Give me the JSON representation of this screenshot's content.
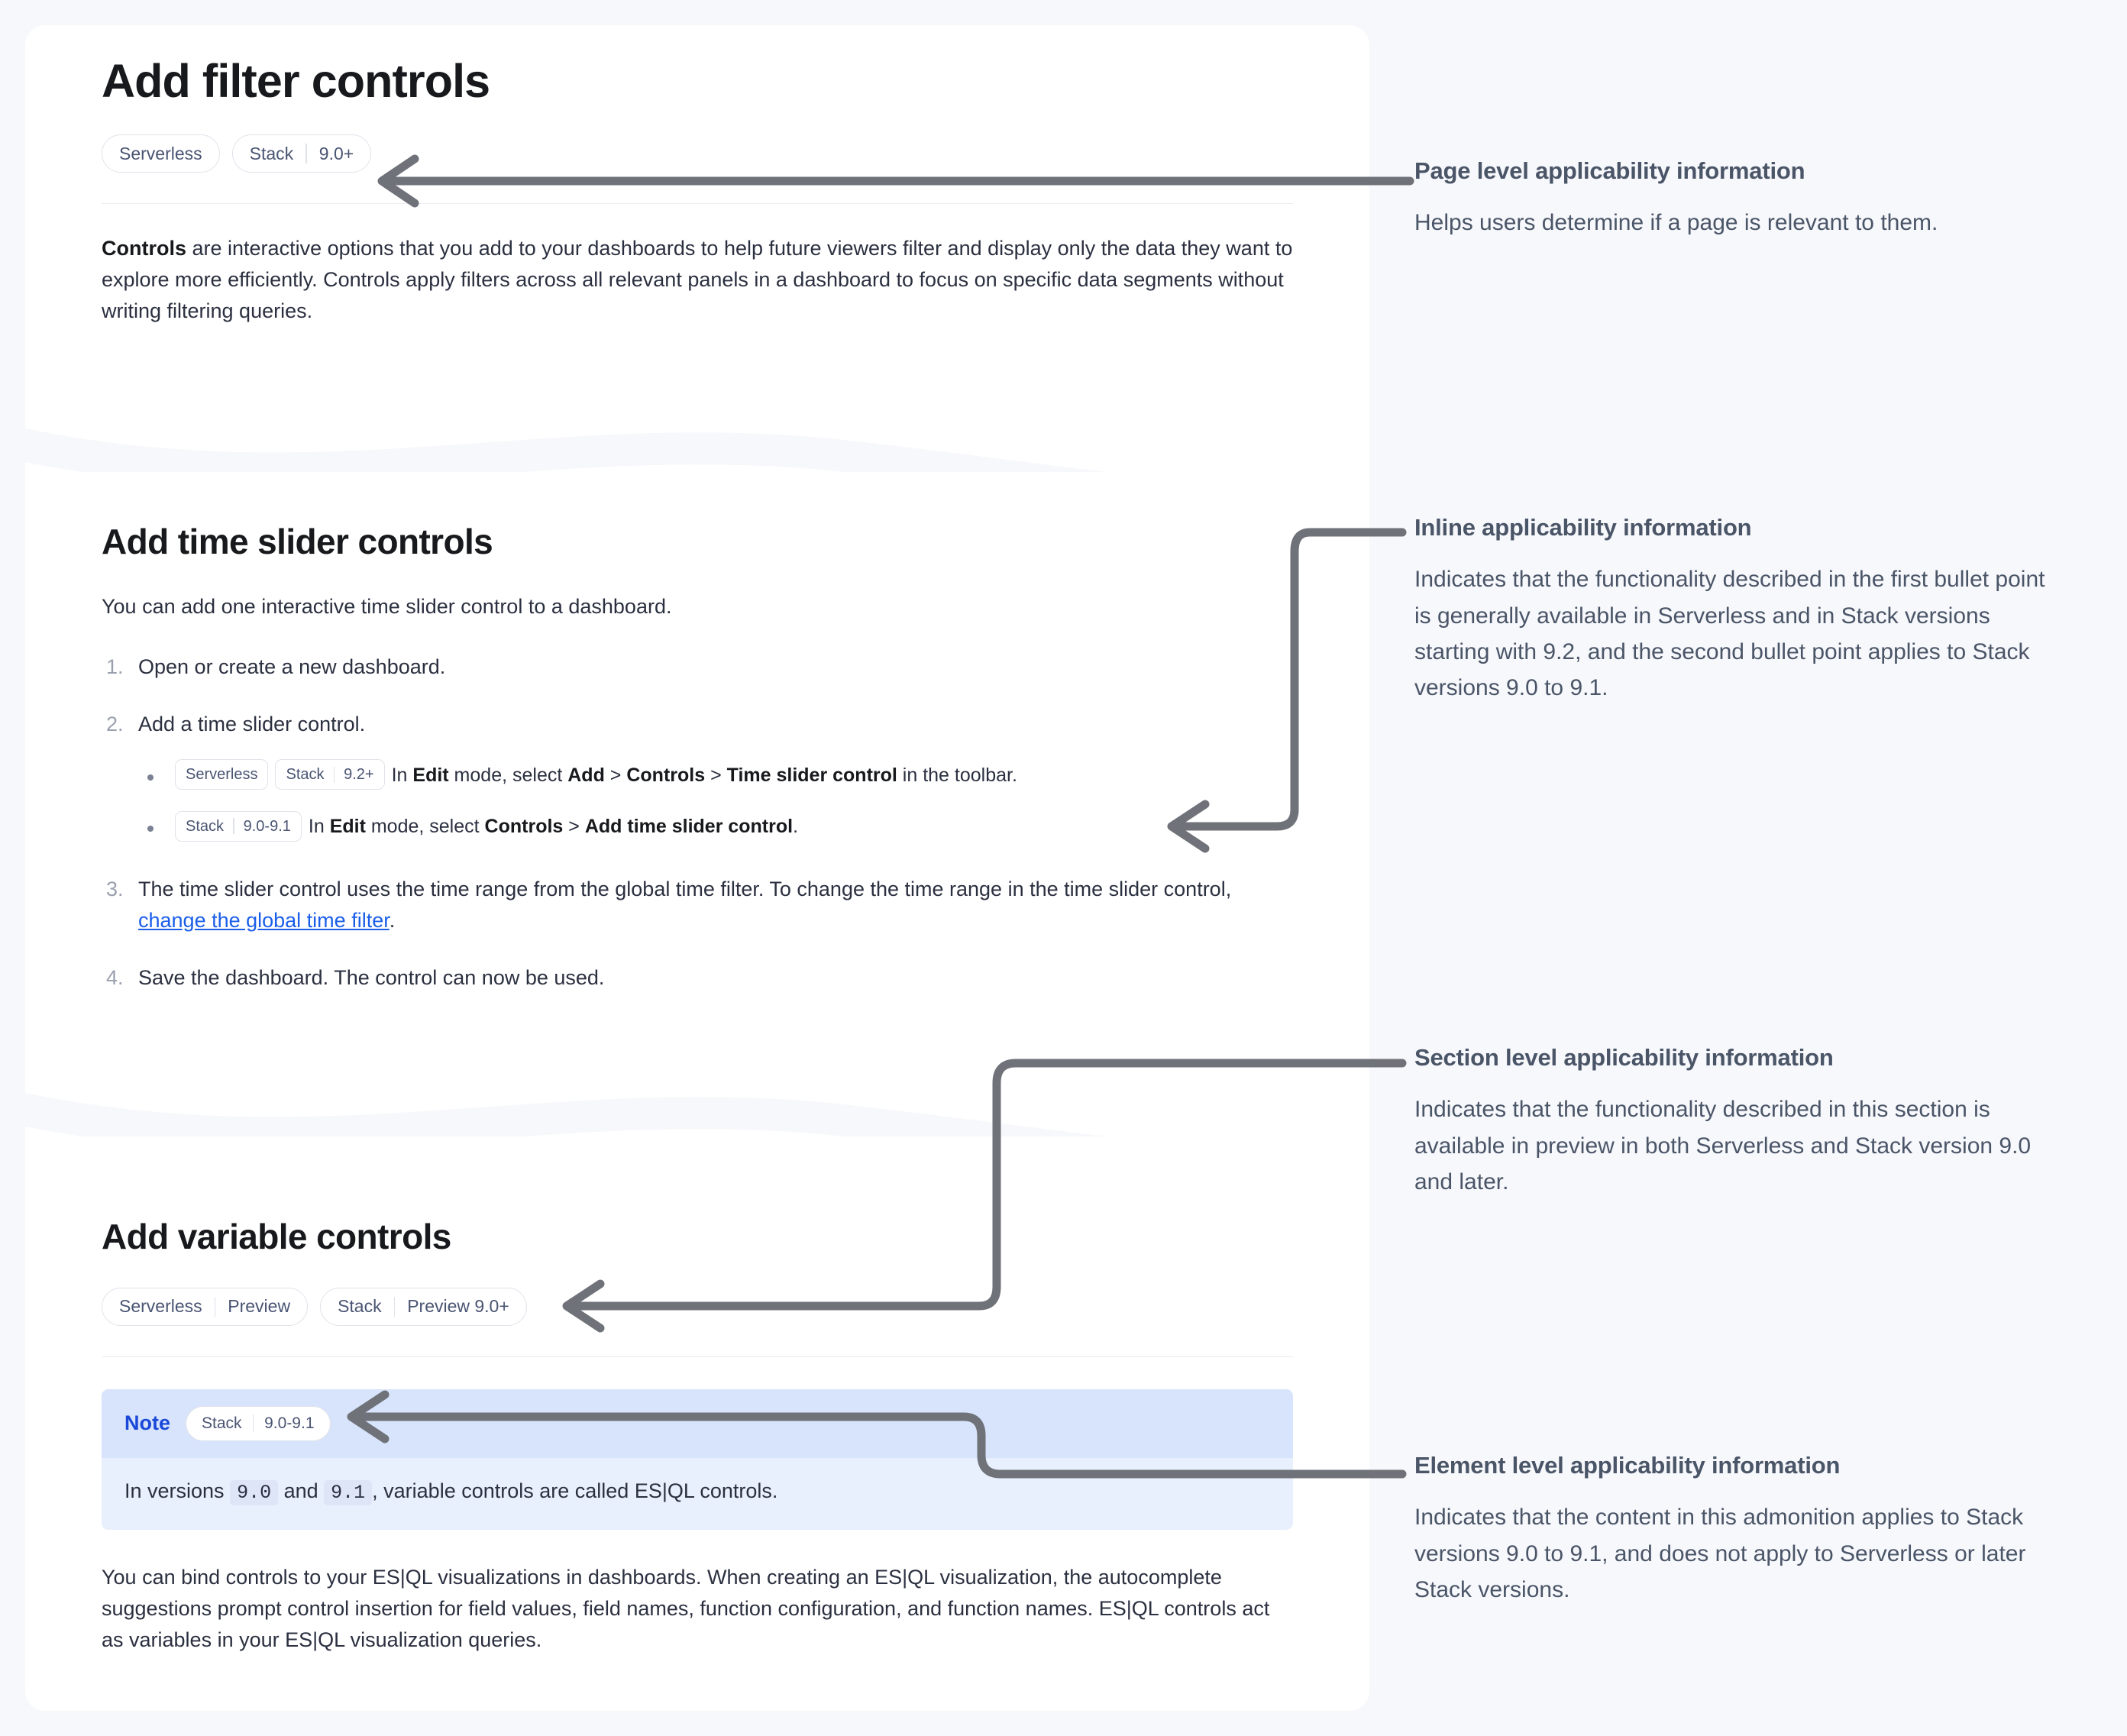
{
  "doc": {
    "page_title": "Add filter controls",
    "page_applicability": [
      {
        "name": "Serverless"
      },
      {
        "name": "Stack",
        "version": "9.0+"
      }
    ],
    "intro_lead": "Controls",
    "intro_rest": " are interactive options that you add to your dashboards to help future viewers filter and display only the data they want to explore more efficiently. Controls apply filters across all relevant panels in a dashboard to focus on specific data segments without writing filtering queries.",
    "section_time_slider": {
      "title": "Add time slider controls",
      "lead": "You can add one interactive time slider control to a dashboard.",
      "steps": [
        {
          "text": "Open or create a new dashboard."
        },
        {
          "text": "Add a time slider control."
        },
        {
          "text_prefix": "The time slider control uses the time range from the global time filter. To change the time range in the time slider control, ",
          "link": "change the global time filter",
          "text_suffix": "."
        },
        {
          "text": "Save the dashboard. The control can now be used."
        }
      ],
      "bullets": [
        {
          "badges": [
            {
              "name": "Serverless"
            },
            {
              "name": "Stack",
              "version": "9.2+"
            }
          ],
          "parts": [
            {
              "t": "In ",
              "b": false
            },
            {
              "t": "Edit",
              "b": true
            },
            {
              "t": " mode, select ",
              "b": false
            },
            {
              "t": "Add",
              "b": true
            },
            {
              "t": " > ",
              "b": false
            },
            {
              "t": "Controls",
              "b": true
            },
            {
              "t": " > ",
              "b": false
            },
            {
              "t": "Time slider control",
              "b": true
            },
            {
              "t": " in the toolbar.",
              "b": false
            }
          ]
        },
        {
          "badges": [
            {
              "name": "Stack",
              "version": "9.0-9.1"
            }
          ],
          "parts": [
            {
              "t": "In ",
              "b": false
            },
            {
              "t": "Edit",
              "b": true
            },
            {
              "t": " mode, select ",
              "b": false
            },
            {
              "t": "Controls",
              "b": true
            },
            {
              "t": " > ",
              "b": false
            },
            {
              "t": "Add time slider control",
              "b": true
            },
            {
              "t": ".",
              "b": false
            }
          ]
        }
      ]
    },
    "section_variable": {
      "title": "Add variable controls",
      "applicability": [
        {
          "name": "Serverless",
          "version": "Preview"
        },
        {
          "name": "Stack",
          "version": "Preview 9.0+"
        }
      ],
      "note": {
        "label": "Note",
        "badge": {
          "name": "Stack",
          "version": "9.0-9.1"
        },
        "body_parts": [
          {
            "t": "In versions ",
            "code": false
          },
          {
            "t": "9.0",
            "code": true
          },
          {
            "t": " and ",
            "code": false
          },
          {
            "t": "9.1",
            "code": true
          },
          {
            "t": ", variable controls are called ES|QL controls.",
            "code": false
          }
        ]
      },
      "closing": "You can bind controls to your ES|QL visualizations in dashboards. When creating an ES|QL visualization, the autocomplete suggestions prompt control insertion for field values, field names, function configuration, and function names. ES|QL controls act as variables in your ES|QL visualization queries."
    }
  },
  "annotations": [
    {
      "title": "Page level applicability information",
      "body": "Helps users determine if a page is relevant to them."
    },
    {
      "title": "Inline applicability information",
      "body": "Indicates that the functionality described in the first bullet point is generally available in Serverless and in Stack versions starting with 9.2, and the second bullet point applies to Stack versions 9.0 to 9.1."
    },
    {
      "title": "Section level applicability information",
      "body": "Indicates that the functionality described in this section is available in preview in both Serverless and Stack version 9.0 and later."
    },
    {
      "title": "Element level applicability information",
      "body": "Indicates that the content in this admonition applies to Stack versions 9.0 to 9.1, and does not apply to Serverless or later Stack versions."
    }
  ],
  "colors": {
    "page_background": "#f7f8fb",
    "card_background": "#ffffff",
    "badge_text": "#4a5573",
    "badge_border": "#e1e3ea",
    "link": "#1a5ee8",
    "note_header": "#d7e4fb",
    "note_body": "#e8effd",
    "note_label": "#1a48d8",
    "connector": "#6f7279",
    "annotation_text": "#4a5568"
  }
}
